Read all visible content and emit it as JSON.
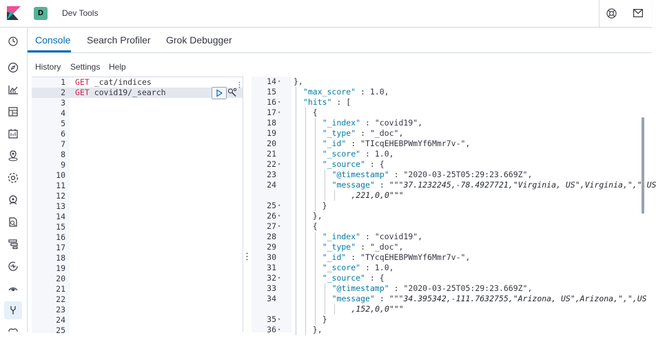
{
  "header": {
    "space_initial": "D",
    "app_title": "Dev Tools"
  },
  "tabs": [
    {
      "label": "Console",
      "active": true
    },
    {
      "label": "Search Profiler",
      "active": false
    },
    {
      "label": "Grok Debugger",
      "active": false
    }
  ],
  "subnav": [
    "History",
    "Settings",
    "Help"
  ],
  "editor": {
    "lines": [
      {
        "no": "1",
        "method": "GET",
        "path": " _cat/indices"
      },
      {
        "no": "2",
        "method": "GET",
        "path": " covid19/_search"
      },
      {
        "no": "3"
      },
      {
        "no": "4"
      },
      {
        "no": "5"
      },
      {
        "no": "6"
      },
      {
        "no": "7"
      },
      {
        "no": "8"
      },
      {
        "no": "9"
      },
      {
        "no": "10"
      },
      {
        "no": "11"
      },
      {
        "no": "12"
      },
      {
        "no": "13"
      },
      {
        "no": "14"
      },
      {
        "no": "15"
      },
      {
        "no": "16"
      },
      {
        "no": "17"
      },
      {
        "no": "18"
      },
      {
        "no": "19"
      },
      {
        "no": "20"
      },
      {
        "no": "21"
      },
      {
        "no": "22"
      },
      {
        "no": "23"
      },
      {
        "no": "24"
      },
      {
        "no": "25"
      }
    ]
  },
  "output": {
    "lines": [
      {
        "no": "14",
        "fold": true,
        "text": "},"
      },
      {
        "no": "15",
        "text": "\"max_score\" : 1.0,"
      },
      {
        "no": "16",
        "fold": true,
        "text": "\"hits\" : ["
      },
      {
        "no": "17",
        "fold": true,
        "text": "{"
      },
      {
        "no": "18",
        "text": "\"_index\" : \"covid19\","
      },
      {
        "no": "19",
        "text": "\"_type\" : \"_doc\","
      },
      {
        "no": "20",
        "text": "\"_id\" : \"TIcqEHEBPWmYf6Mmr7v-\","
      },
      {
        "no": "21",
        "text": "\"_score\" : 1.0,"
      },
      {
        "no": "22",
        "fold": true,
        "text": "\"_source\" : {"
      },
      {
        "no": "23",
        "text": "\"@timestamp\" : \"2020-03-25T05:29:23.669Z\","
      },
      {
        "no": "24",
        "text": "\"message\" : \"\"\"37.1232245,-78.4927721,\"Virginia, US\",Virginia,\",\",US"
      },
      {
        "no": "",
        "text": ",221,0,0\"\"\""
      },
      {
        "no": "25",
        "fold": true,
        "text": "}"
      },
      {
        "no": "26",
        "fold": true,
        "text": "},"
      },
      {
        "no": "27",
        "fold": true,
        "text": "{"
      },
      {
        "no": "28",
        "text": "\"_index\" : \"covid19\","
      },
      {
        "no": "29",
        "text": "\"_type\" : \"_doc\","
      },
      {
        "no": "30",
        "text": "\"_id\" : \"TYcqEHEBPWmYf6Mmr7v-\","
      },
      {
        "no": "31",
        "text": "\"_score\" : 1.0,"
      },
      {
        "no": "32",
        "fold": true,
        "text": "\"_source\" : {"
      },
      {
        "no": "33",
        "text": "\"@timestamp\" : \"2020-03-25T05:29:23.669Z\","
      },
      {
        "no": "34",
        "text": "\"message\" : \"\"\"34.395342,-111.7632755,\"Arizona, US\",Arizona,\",\",US"
      },
      {
        "no": "",
        "text": ",152,0,0\"\"\""
      },
      {
        "no": "35",
        "fold": true,
        "text": "}"
      },
      {
        "no": "36",
        "fold": true,
        "text": "},"
      }
    ]
  },
  "colors": {
    "accent": "#006bb4",
    "space_badge": "#54b399",
    "method": "#c7254e"
  },
  "icons": {
    "nav": [
      "clock-icon",
      "compass-icon",
      "visualize-icon",
      "dashboard-icon",
      "canvas-icon",
      "maps-icon",
      "ml-icon",
      "metrics-icon",
      "logs-icon",
      "apm-icon",
      "uptime-icon",
      "siem-icon",
      "devtools-icon",
      "monitoring-icon"
    ]
  }
}
